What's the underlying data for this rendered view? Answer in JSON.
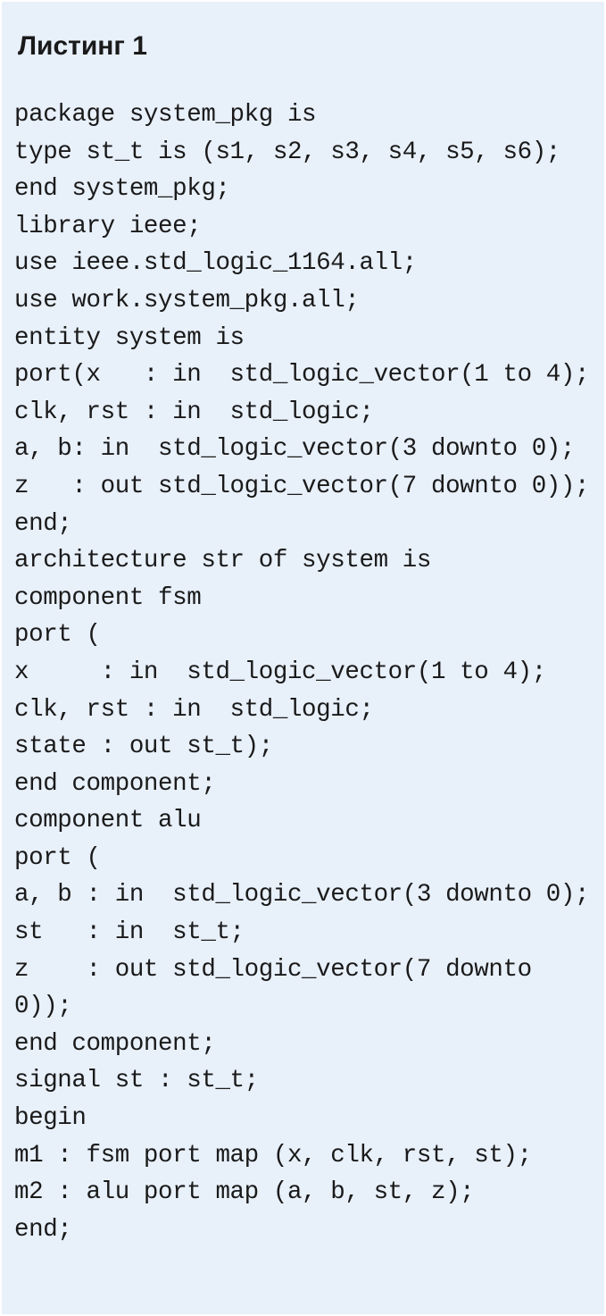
{
  "listing": {
    "title": "Листинг 1",
    "lines": [
      "package system_pkg is",
      "type st_t is (s1, s2, s3, s4, s5, s6);",
      "end system_pkg;",
      "library ieee;",
      "use ieee.std_logic_1164.all;",
      "use work.system_pkg.all;",
      "entity system is",
      "port(x   : in  std_logic_vector(1 to 4);",
      "clk, rst : in  std_logic;",
      "a, b: in  std_logic_vector(3 downto 0);",
      "z   : out std_logic_vector(7 downto 0));",
      "end;",
      "architecture str of system is",
      "component fsm",
      "port (",
      "x     : in  std_logic_vector(1 to 4);",
      "clk, rst : in  std_logic;",
      "state : out st_t);",
      "end component;",
      "component alu",
      "port (",
      "a, b : in  std_logic_vector(3 downto 0);",
      "st   : in  st_t;",
      "z    : out std_logic_vector(7 downto",
      "0));",
      "end component;",
      "signal st : st_t;",
      "begin",
      "m1 : fsm port map (x, clk, rst, st);",
      "m2 : alu port map (a, b, st, z);",
      "end;"
    ]
  },
  "colors": {
    "background": "#e8f0fa",
    "text": "#1a1a1a"
  }
}
